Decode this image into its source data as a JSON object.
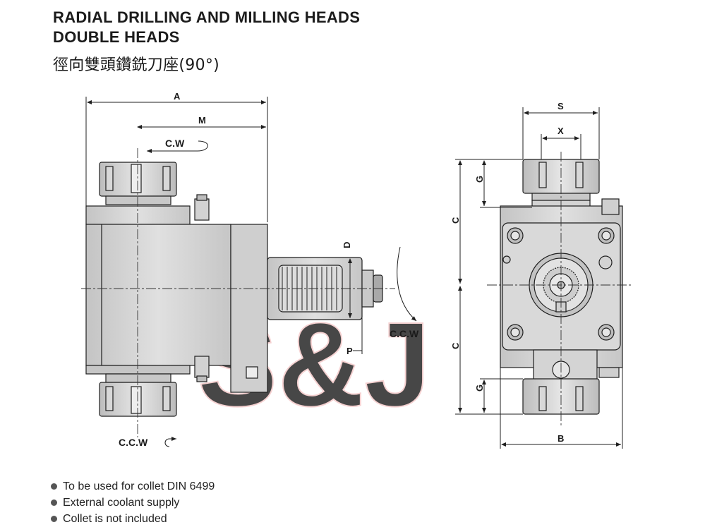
{
  "header": {
    "title_line1": "RADIAL DRILLING AND MILLING HEADS",
    "title_line2": "DOUBLE  HEADS",
    "title_line3": "徑向雙頭鑽銑刀座(90°)"
  },
  "dimensions": {
    "A": "A",
    "M": "M",
    "D": "D",
    "P": "P",
    "S": "S",
    "X": "X",
    "G": "G",
    "C": "C",
    "B": "B"
  },
  "rotation": {
    "top": "C.W",
    "right": "C.C.W",
    "bottom": "C.C.W"
  },
  "watermark": "S&J",
  "notes": [
    "To be used for collet DIN 6499",
    "External coolant supply",
    "Collet is not included"
  ],
  "colors": {
    "body_fill": "#d3d3d3",
    "body_dark": "#b4b4b4",
    "line": "#1f1f1f",
    "watermark": "#f2c9c9"
  }
}
